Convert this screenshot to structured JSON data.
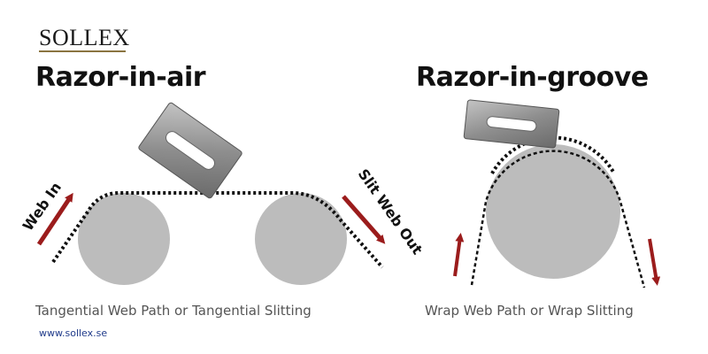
{
  "brand": {
    "logo_text": "SOLLEX",
    "url": "www.sollex.se"
  },
  "left_panel": {
    "title": "Razor-in-air",
    "web_in_label": "Web In",
    "web_out_label": "Slit Web Out",
    "caption": "Tangential Web Path or Tangential Slitting"
  },
  "right_panel": {
    "title": "Razor-in-groove",
    "caption": "Wrap Web Path or Wrap Slitting"
  },
  "colors": {
    "roller": "#bcbcbc",
    "arrow": "#9b1c1c",
    "web_path": "#111111",
    "blade": "#8e8e8e",
    "accent_rule": "#8a7440"
  }
}
